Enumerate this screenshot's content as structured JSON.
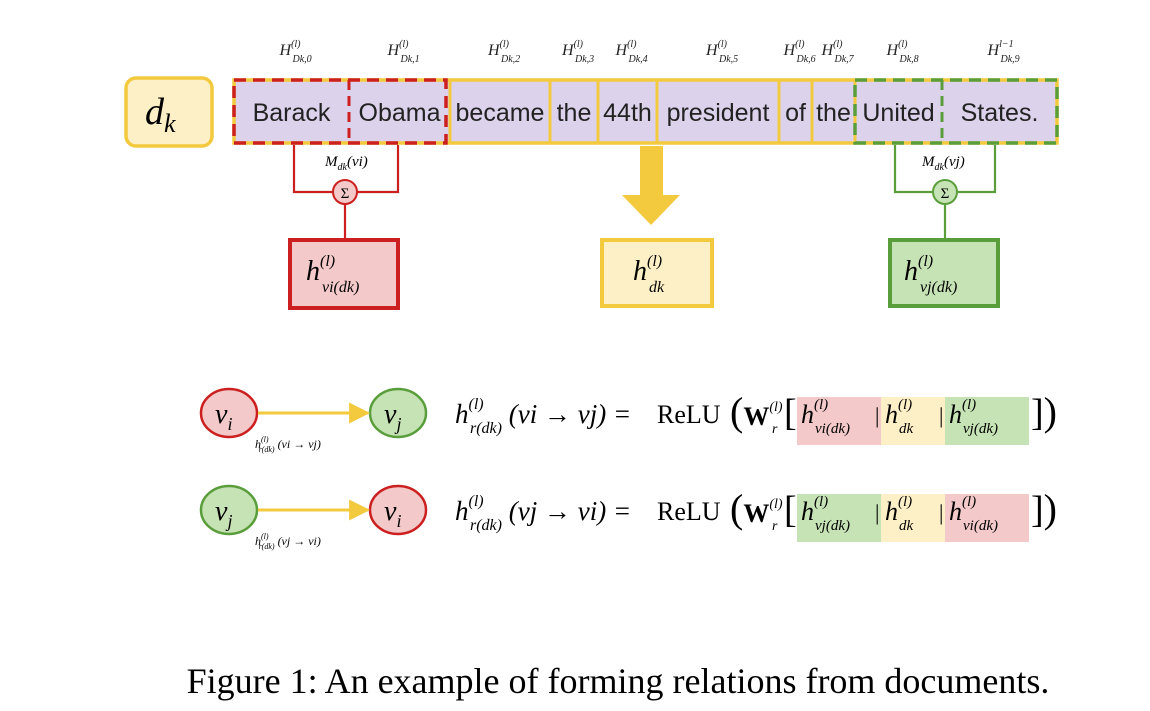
{
  "doc_label": {
    "base": "d",
    "sub": "k"
  },
  "tokens": [
    {
      "text": "Barack",
      "hbase": "H",
      "hsup": "(l)",
      "hsub": "Dk,0"
    },
    {
      "text": "Obama",
      "hbase": "H",
      "hsup": "(l)",
      "hsub": "Dk,1"
    },
    {
      "text": "became",
      "hbase": "H",
      "hsup": "(l)",
      "hsub": "Dk,2"
    },
    {
      "text": "the",
      "hbase": "H",
      "hsup": "(l)",
      "hsub": "Dk,3"
    },
    {
      "text": "44th",
      "hbase": "H",
      "hsup": "(l)",
      "hsub": "Dk,4"
    },
    {
      "text": "president",
      "hbase": "H",
      "hsup": "(l)",
      "hsub": "Dk,5"
    },
    {
      "text": "of",
      "hbase": "H",
      "hsup": "(l)",
      "hsub": "Dk,6"
    },
    {
      "text": "the",
      "hbase": "H",
      "hsup": "(l)",
      "hsub": "Dk,7"
    },
    {
      "text": "United",
      "hbase": "H",
      "hsup": "(l)",
      "hsub": "Dk,8"
    },
    {
      "text": "States.",
      "hbase": "H",
      "hsup": "l−1",
      "hsub": "Dk,9"
    }
  ],
  "mention_labels": {
    "left": {
      "base": "M",
      "sub": "dk",
      "arg": "(vi)"
    },
    "right": {
      "base": "M",
      "sub": "dk",
      "arg": "(vj)"
    }
  },
  "sum_symbol": "Σ",
  "boxes": {
    "left": {
      "base": "h",
      "sup": "(l)",
      "sub": "vi(dk)"
    },
    "middle": {
      "base": "h",
      "sup": "(l)",
      "sub": "dk"
    },
    "right": {
      "base": "h",
      "sup": "(l)",
      "sub": "vj(dk)"
    }
  },
  "edges": [
    {
      "from": "vi",
      "to": "vj",
      "edge_label": "h(l)r(dk) (vi → vj)",
      "lhs_arg": "(vi → vj)",
      "first_sub": "vi(dk)",
      "last_sub": "vj(dk)"
    },
    {
      "from": "vj",
      "to": "vi",
      "edge_label": "h(l)r(dk) (vj → vi)",
      "lhs_arg": "(vj → vi)",
      "first_sub": "vj(dk)",
      "last_sub": "vi(dk)"
    }
  ],
  "equation": {
    "relu": "ReLU",
    "weight": "W",
    "weight_sup": "(l)",
    "weight_sub": "r",
    "concat": "||"
  },
  "colors": {
    "red": "#cc1f1f",
    "green": "#5a9e3c",
    "yellow": "#f3c93e",
    "token_fill": "#dcd2ec",
    "red_fill": "#f3c9c9",
    "green_fill": "#c6e3b5",
    "yellow_fill": "#fdf0c6"
  },
  "caption": "Figure 1:  An example of forming relations from documents."
}
